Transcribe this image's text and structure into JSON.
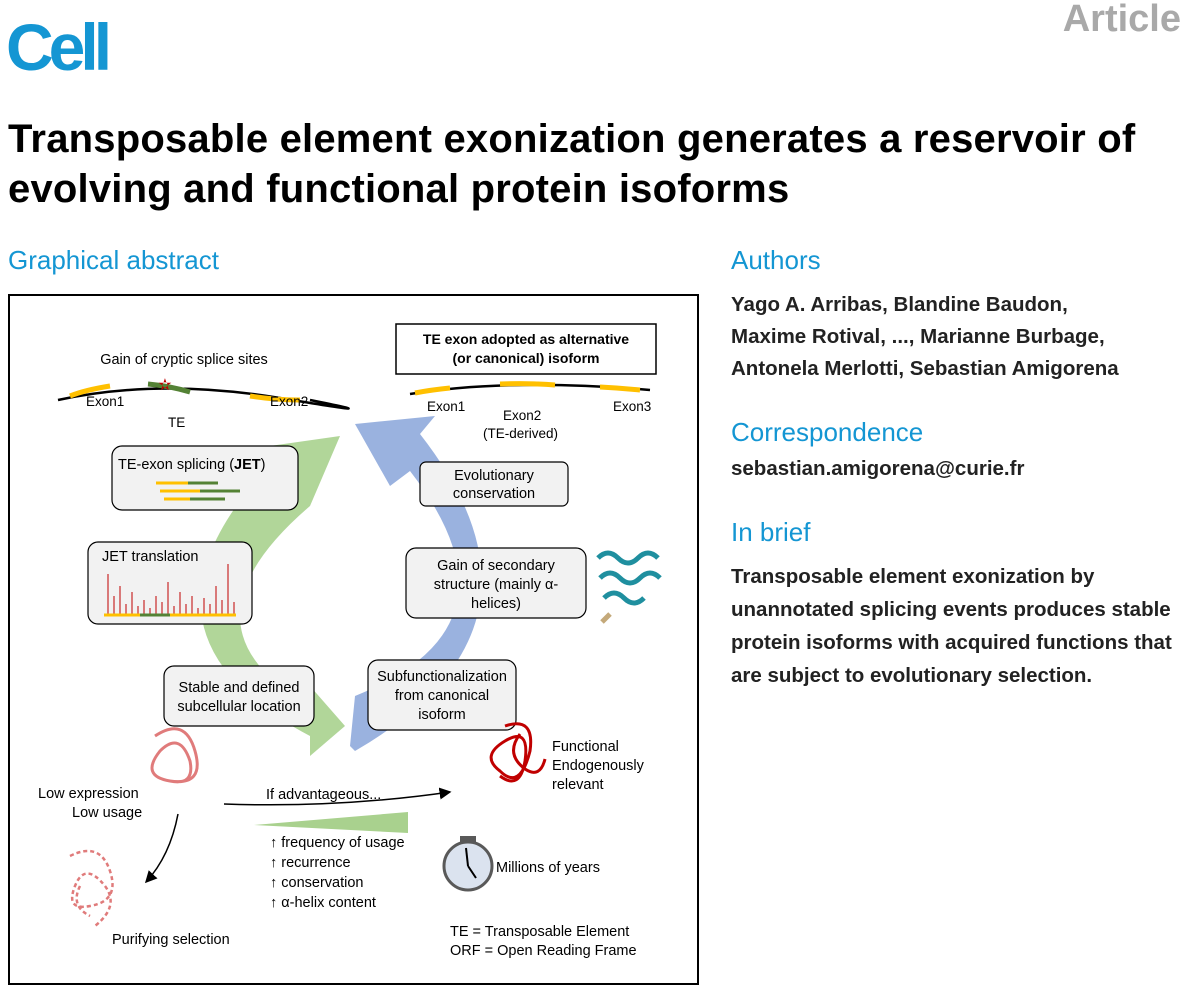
{
  "header": {
    "journal": "Cell",
    "type": "Article"
  },
  "title": "Transposable element exonization generates a reservoir of evolving and functional protein isoforms",
  "graphical_abstract": {
    "heading": "Graphical abstract",
    "gain_cryptic": "Gain of cryptic splice sites",
    "exon1_left": "Exon1",
    "te_label": "TE",
    "exon2_left": "Exon2",
    "adopted_line1": "TE exon adopted as alternative",
    "adopted_line2": "(or canonical) isoform",
    "exon1_right": "Exon1",
    "exon2_right": "Exon2",
    "te_derived": "(TE-derived)",
    "exon3_right": "Exon3",
    "te_splicing_prefix": "TE-exon splicing (",
    "te_splicing_bold": "JET",
    "te_splicing_suffix": ")",
    "jet_translation": "JET translation",
    "stable_line1": "Stable and defined",
    "stable_line2": "subcellular location",
    "evo_line1": "Evolutionary",
    "evo_line2": "conservation",
    "gain_line1": "Gain of secondary",
    "gain_line2": "structure (mainly α-",
    "gain_line3": "helices)",
    "sub_line1": "Subfunctionalization",
    "sub_line2": "from canonical",
    "sub_line3": "isoform",
    "functional_line1": "Functional",
    "functional_line2": "Endogenously",
    "functional_line3": "relevant",
    "low_expression": "Low expression",
    "low_usage": "Low usage",
    "if_advantageous": "If advantageous...",
    "criteria": [
      "frequency of usage",
      "recurrence",
      "conservation",
      "α-helix content"
    ],
    "millions_of_years": "Millions of years",
    "purifying_selection": "Purifying selection",
    "legend_te": "TE = Transposable Element",
    "legend_orf": "ORF = Open Reading Frame"
  },
  "authors": {
    "heading": "Authors",
    "lines": [
      "Yago A. Arribas, Blandine Baudon,",
      "Maxime Rotival, ..., Marianne Burbage,",
      "Antonela Merlotti, Sebastian Amigorena"
    ]
  },
  "correspondence": {
    "heading": "Correspondence",
    "email": "sebastian.amigorena@curie.fr"
  },
  "in_brief": {
    "heading": "In brief",
    "text": "Transposable element exonization by unannotated splicing events produces stable protein isoforms with acquired functions that are subject to evolutionary selection."
  },
  "colors": {
    "accent": "#1496d3",
    "green_arrow": "#a9d18e",
    "blue_arrow": "#8faadc",
    "exon_yellow": "#ffc000",
    "te_green": "#548235",
    "protein_red": "#c00000"
  }
}
